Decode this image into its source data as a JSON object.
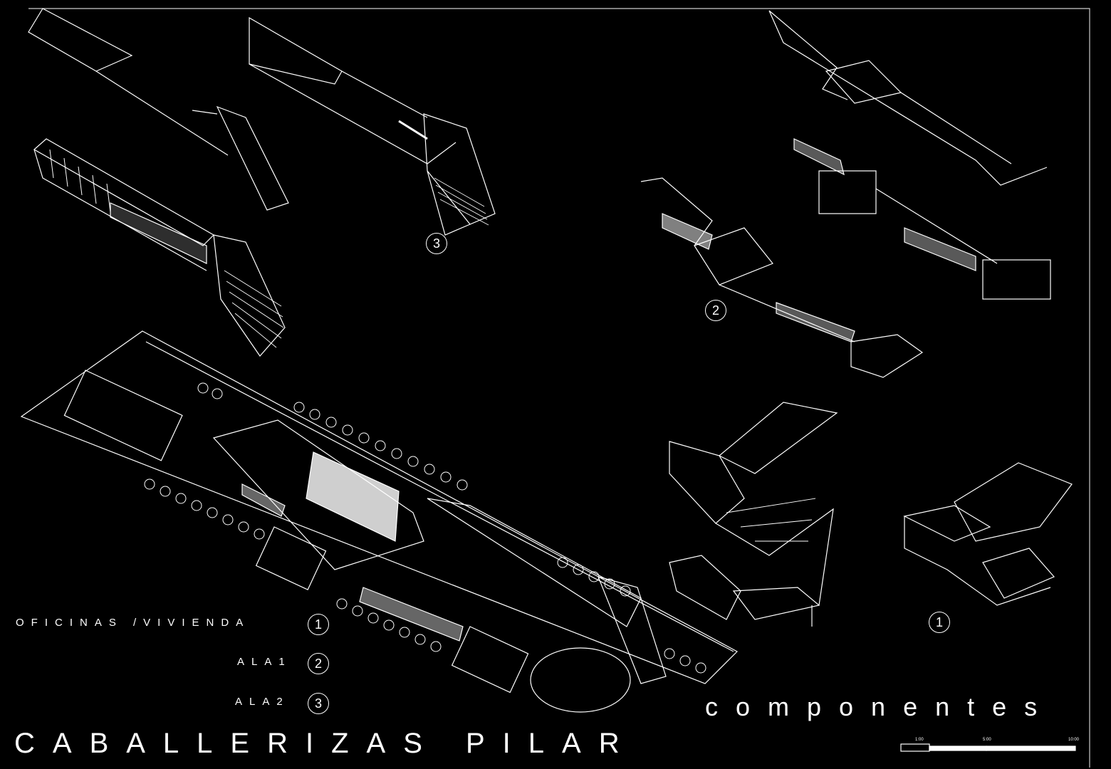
{
  "title": "CABALLERIZAS PILAR",
  "subtitle": "componentes",
  "legend": [
    {
      "label": "OFICINAS /VIVIENDA",
      "number": "1"
    },
    {
      "label": "ALA1",
      "number": "2"
    },
    {
      "label": "ALA2",
      "number": "3"
    }
  ],
  "component_markers": {
    "marker_3": "3",
    "marker_2": "2",
    "marker_1": "1"
  },
  "scale_bar": {
    "ticks": [
      "1:00",
      "5:00",
      "10:00"
    ]
  },
  "colors": {
    "background": "#000000",
    "lines": "#ffffff",
    "highlight": "#bdbdbd"
  }
}
